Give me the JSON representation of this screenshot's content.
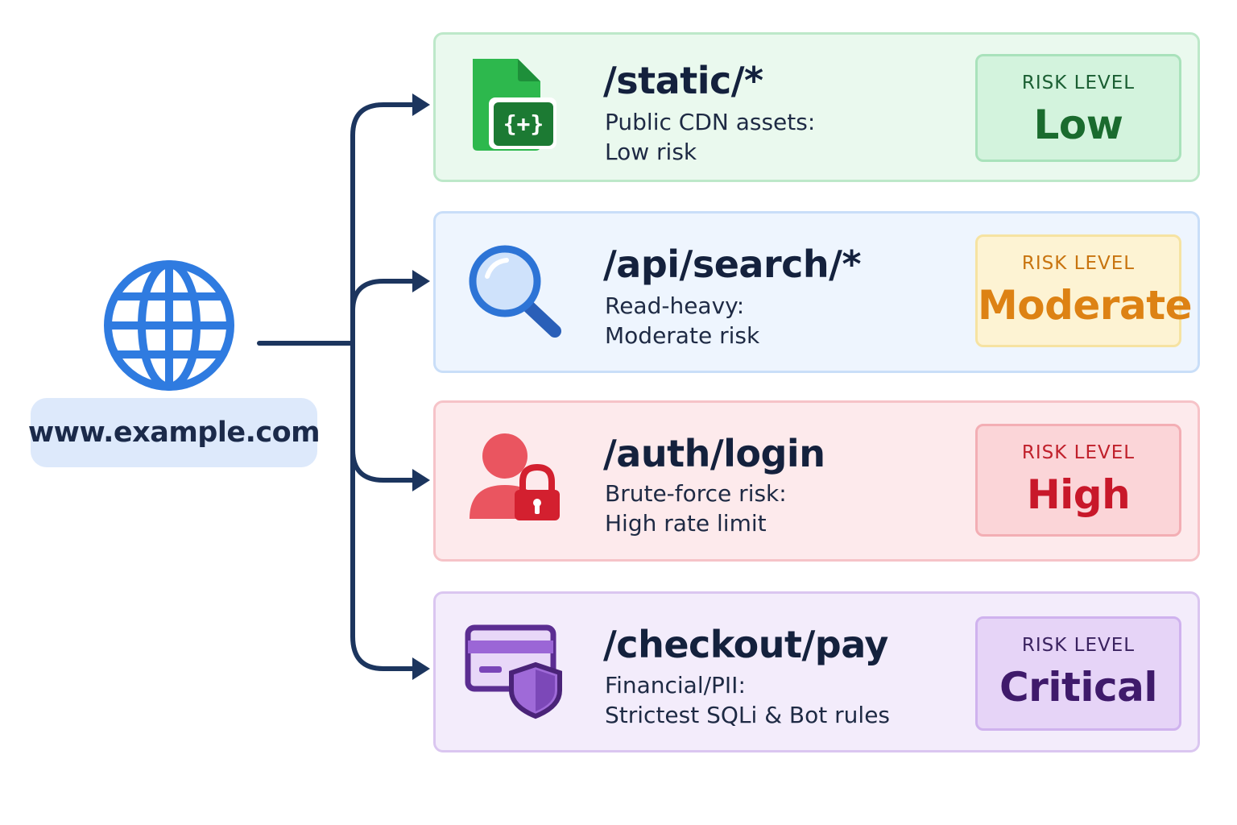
{
  "host": {
    "label": "www.example.com"
  },
  "routes": [
    {
      "path": "/static/*",
      "desc_line1": "Public CDN assets:",
      "desc_line2": "Low risk",
      "risk_label": "RISK LEVEL",
      "risk_value": "Low",
      "icon": "code-file-icon",
      "colors": {
        "bg": "#eaf9ee",
        "border": "#bde8c9",
        "box_bg": "#d3f3dd",
        "box_border": "#a9e2bb",
        "label": "#1a5e32",
        "value": "#1a6b2e"
      }
    },
    {
      "path": "/api/search/*",
      "desc_line1": "Read-heavy:",
      "desc_line2": "Moderate risk",
      "risk_label": "RISK LEVEL",
      "risk_value": "Moderate",
      "icon": "magnifier-icon",
      "colors": {
        "bg": "#eef5fe",
        "border": "#c9def8",
        "box_bg": "#fdf3d3",
        "box_border": "#f6e3a2",
        "label": "#c8740f",
        "value": "#dd8214"
      }
    },
    {
      "path": "/auth/login",
      "desc_line1": "Brute-force risk:",
      "desc_line2": "High rate limit",
      "risk_label": "RISK LEVEL",
      "risk_value": "High",
      "icon": "user-lock-icon",
      "colors": {
        "bg": "#fdeaec",
        "border": "#f6c3c8",
        "box_bg": "#fbd5d8",
        "box_border": "#f3aeb4",
        "label": "#c0202b",
        "value": "#c8182a"
      }
    },
    {
      "path": "/checkout/pay",
      "desc_line1": "Financial/PII:",
      "desc_line2": "Strictest SQLi & Bot rules",
      "risk_label": "RISK LEVEL",
      "risk_value": "Critical",
      "icon": "card-shield-icon",
      "colors": {
        "bg": "#f3ecfb",
        "border": "#dac6f0",
        "box_bg": "#e6d4f7",
        "box_border": "#cfb2ee",
        "label": "#3a2260",
        "value": "#3f1a6b"
      }
    }
  ],
  "accent_colors": {
    "connector": "#1c355e",
    "globe": "#2f7be0"
  }
}
